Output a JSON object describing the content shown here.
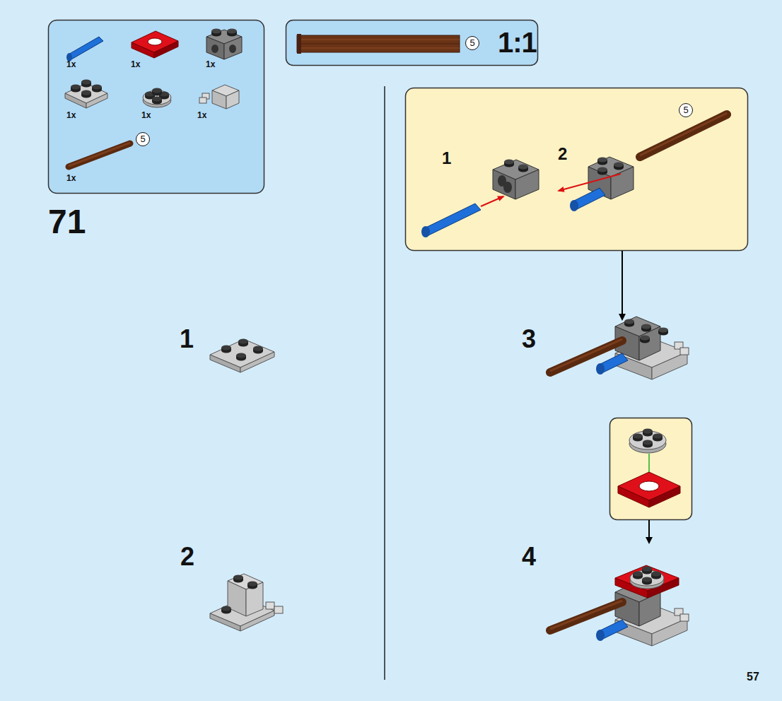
{
  "diagram": {
    "nodes": [
      {
        "text": [
          "1x",
          "1x",
          "1x",
          "1x",
          "1x",
          "1x",
          "1x",
          "5"
        ]
      },
      {
        "text": [
          "5",
          "1:1"
        ]
      },
      {
        "text": [
          "1",
          "2",
          "5"
        ]
      }
    ],
    "labels": [
      "71",
      "1",
      "2",
      "3",
      "4",
      "57"
    ]
  }
}
